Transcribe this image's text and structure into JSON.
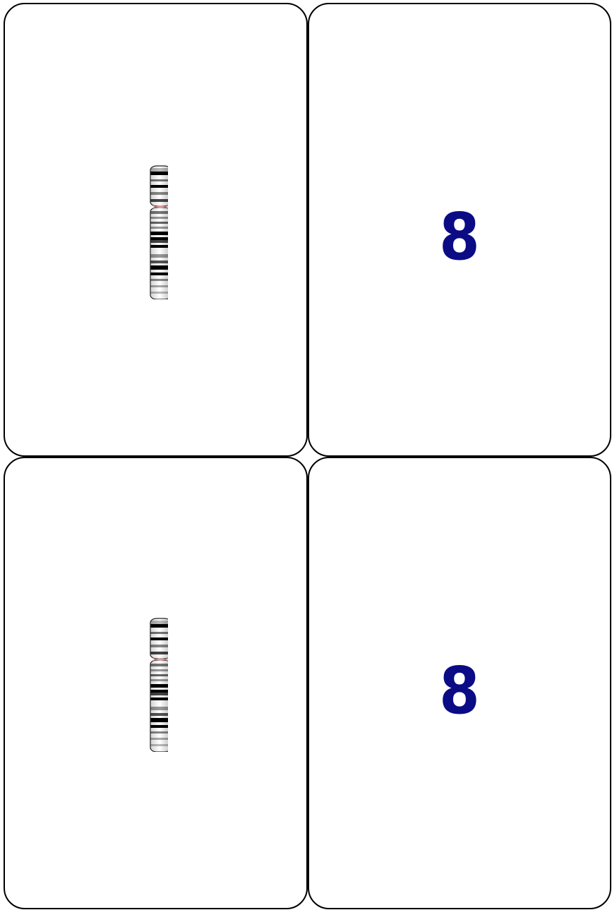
{
  "cards": [
    {
      "type": "chromosome-ideogram",
      "icon": "chromosome-8-ideogram"
    },
    {
      "type": "number",
      "text": "8"
    },
    {
      "type": "chromosome-ideogram",
      "icon": "chromosome-8-ideogram"
    },
    {
      "type": "number",
      "text": "8"
    }
  ],
  "colors": {
    "number": "#0b0b86",
    "border": "#000000",
    "centromere": "#d88a8a"
  }
}
